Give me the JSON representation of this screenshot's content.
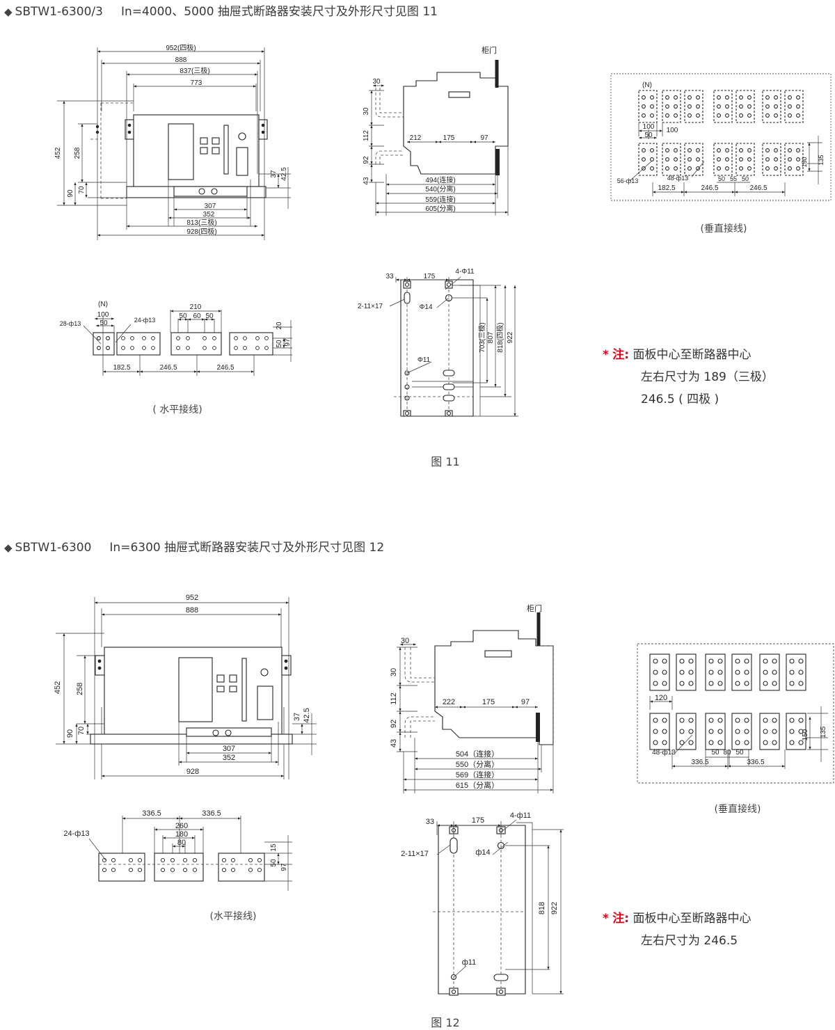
{
  "section1": {
    "model": "SBTW1-6300/3",
    "rating": "In=4000、5000",
    "title": "抽屉式断路器安装尺寸及外形尺寸见图 11",
    "figure_caption": "图 11",
    "front_dims": {
      "d952": "952(四极)",
      "d888": "888",
      "d837": "837(三极)",
      "d773": "773",
      "d452": "452",
      "d258": "258",
      "d90": "90",
      "d70": "70",
      "d37": "37",
      "d425": "42.5",
      "d307": "307",
      "d352": "352",
      "d813": "813(三极)",
      "d928": "928(四极)"
    },
    "side_dims": {
      "door": "柜门",
      "d30a": "30",
      "d30b": "30",
      "d112": "112",
      "d92": "92",
      "d43": "43",
      "d212": "212",
      "d175": "175",
      "d97": "97",
      "d494": "494(连接)",
      "d540": "540(分离)",
      "d559": "559(连接)",
      "d605": "605(分离)"
    },
    "vertical_wiring": {
      "n": "(N)",
      "d100a": "100",
      "d50": "50",
      "d100b": "100",
      "holes": "56-ф13",
      "holes48": "48-ф13",
      "d1825": "182.5",
      "d2465a": "246.5",
      "d2465b": "246.5",
      "d50b": "50",
      "d55": "55",
      "d50c": "50",
      "d150": "150",
      "d135": "135",
      "caption": "(垂直接线)"
    },
    "horizontal_wiring": {
      "n": "(N)",
      "d100": "100",
      "d50": "50",
      "holes28": "28-ф13",
      "holes24": "24-ф13",
      "d210": "210",
      "d50a": "50",
      "d60": "60",
      "d50b": "50",
      "d20": "20",
      "d50v": "50",
      "d97": "97",
      "d1825": "182.5",
      "d2465a": "246.5",
      "d2465b": "246.5",
      "caption": "( 水平接线)"
    },
    "base_dims": {
      "d33": "33",
      "d175": "175",
      "holes4": "4-Φ11",
      "slots": "2-11×17",
      "phi14": "Φ14",
      "phi11": "Φ11",
      "d703": "703(三极)",
      "d807": "807",
      "d818": "818(四极)",
      "d922": "922"
    },
    "note": {
      "star": "*",
      "label": "注:",
      "line1": "面板中心至断路器中心",
      "line2": "左右尺寸为 189（三极）",
      "line3": "246.5 ( 四极 )"
    }
  },
  "section2": {
    "model": "SBTW1-6300",
    "rating": "In=6300",
    "title": "抽屉式断路器安装尺寸及外形尺寸见图 12",
    "figure_caption": "图 12",
    "front_dims": {
      "d952": "952",
      "d888": "888",
      "d452": "452",
      "d258": "258",
      "d90": "90",
      "d70": "70",
      "d37": "37",
      "d425": "42.5",
      "d307": "307",
      "d352": "352",
      "d928": "928"
    },
    "side_dims": {
      "door": "柜门",
      "d30a": "30",
      "d30b": "30",
      "d112": "112",
      "d92": "92",
      "d43": "43",
      "d222": "222",
      "d175": "175",
      "d97": "97",
      "d504": "504（连接）",
      "d550": "550（分离）",
      "d569": "569（连接）",
      "d615": "615（分离）"
    },
    "vertical_wiring": {
      "d120": "120",
      "holes48": "48-ф13",
      "d50a": "50",
      "d80": "80",
      "d50b": "50",
      "d3365a": "336.5",
      "d3365b": "336.5",
      "d150": "150",
      "d135": "135",
      "caption": "(垂直接线)"
    },
    "horizontal_wiring": {
      "d3365a": "336.5",
      "d3365b": "336.5",
      "holes24": "24-ф13",
      "d260": "260",
      "d180": "180",
      "d80": "80",
      "d15": "15",
      "d50": "50",
      "d97": "97",
      "caption": "(水平接线)"
    },
    "base_dims": {
      "d33": "33",
      "d175": "175",
      "holes4": "4-ф11",
      "slots": "2-11×17",
      "phi14": "ф14",
      "phi11": "ф11",
      "d818": "818",
      "d922": "922"
    },
    "note": {
      "star": "*",
      "label": "注:",
      "line1": "面板中心至断路器中心",
      "line2": "左右尺寸为 246.5"
    }
  }
}
